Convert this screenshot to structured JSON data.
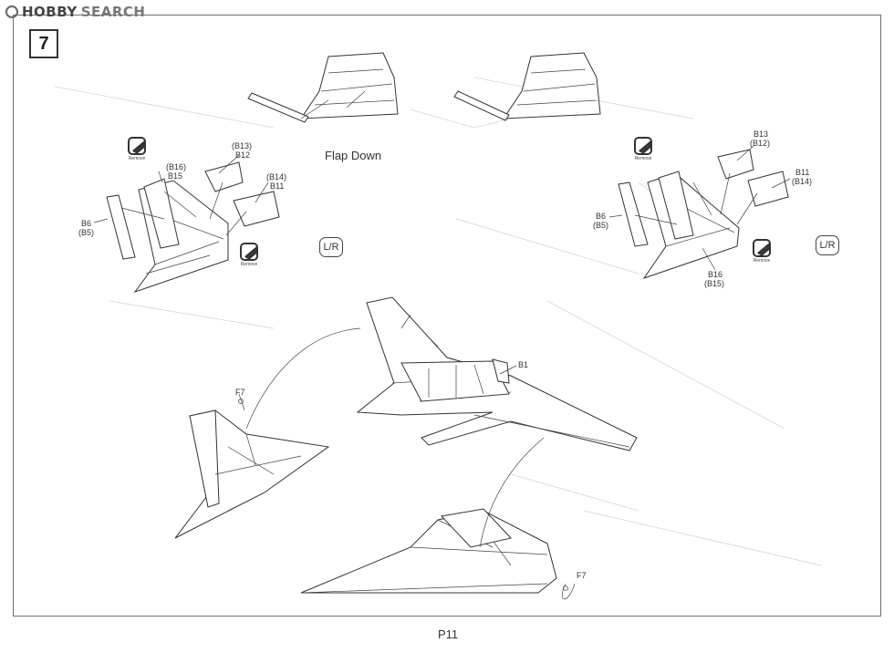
{
  "watermark": {
    "brand": "HOBBY",
    "word": "SEARCH"
  },
  "step": {
    "number": "7"
  },
  "callouts": {
    "flap_down": "Flap Down",
    "lr": "L/R",
    "remove": "Remove"
  },
  "left_group": {
    "b13": "(B13)",
    "b12": "B12",
    "b16": "(B16)",
    "b15": "B15",
    "b14": "(B14)",
    "b11": "B11",
    "b6": "B6",
    "b5": "(B5)"
  },
  "right_group": {
    "b13": "B13",
    "b12": "(B12)",
    "b11": "B11",
    "b14": "(B14)",
    "b6": "B6",
    "b5": "(B5)",
    "b16": "B16",
    "b15": "(B15)"
  },
  "center_group": {
    "b1": "B1",
    "f7_left": "F7",
    "f7_bottom": "F7"
  },
  "page": {
    "number": "P11"
  }
}
